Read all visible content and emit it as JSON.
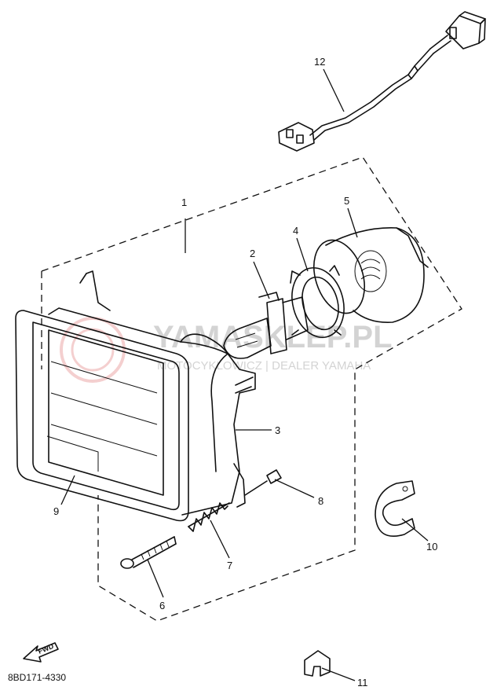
{
  "diagram": {
    "catalog_code": "8BD171-4330",
    "watermark": {
      "brand": "YAMASKLEP.PL",
      "tagline": "MOTOCYKLOWICZ | DEALER YAMAHA"
    },
    "fwd_label": "FWD",
    "callouts": [
      "1",
      "2",
      "3",
      "4",
      "5",
      "6",
      "7",
      "8",
      "9",
      "10",
      "11",
      "12"
    ]
  }
}
